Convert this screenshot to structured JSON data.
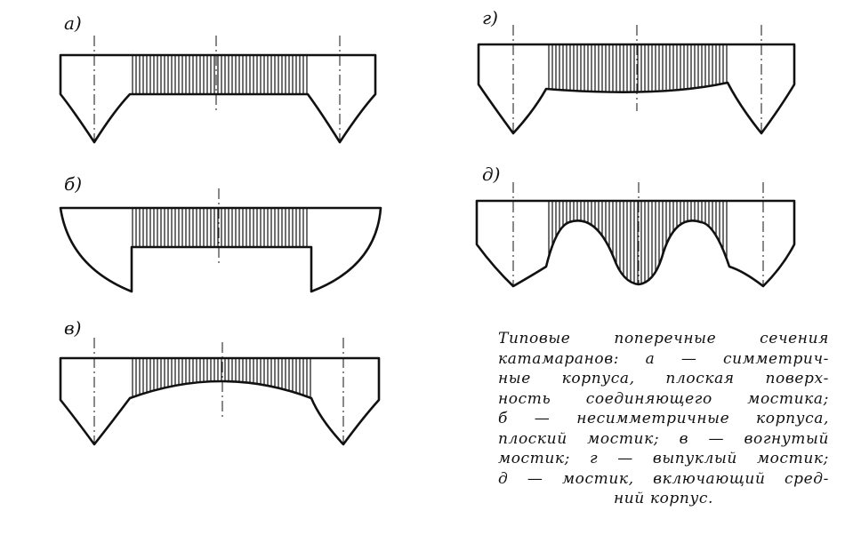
{
  "panel_labels": {
    "a": "а)",
    "b": "б)",
    "v": "в)",
    "g": "г)",
    "d": "д)"
  },
  "caption": {
    "lines": [
      "Типовые поперечные сечения",
      "катамаранов: а — симметрич-",
      "ные корпуса, плоская поверх-",
      "ность соединяющего мостика;",
      "б — несимметричные корпуса,",
      "плоский мостик; в — вогнутый",
      "мостик; г — выпуклый мостик;",
      "д — мостик, включающий сред-",
      "ний корпус."
    ]
  },
  "colors": {
    "ink": "#111111",
    "hatch": "#222222",
    "background": "#ffffff"
  }
}
